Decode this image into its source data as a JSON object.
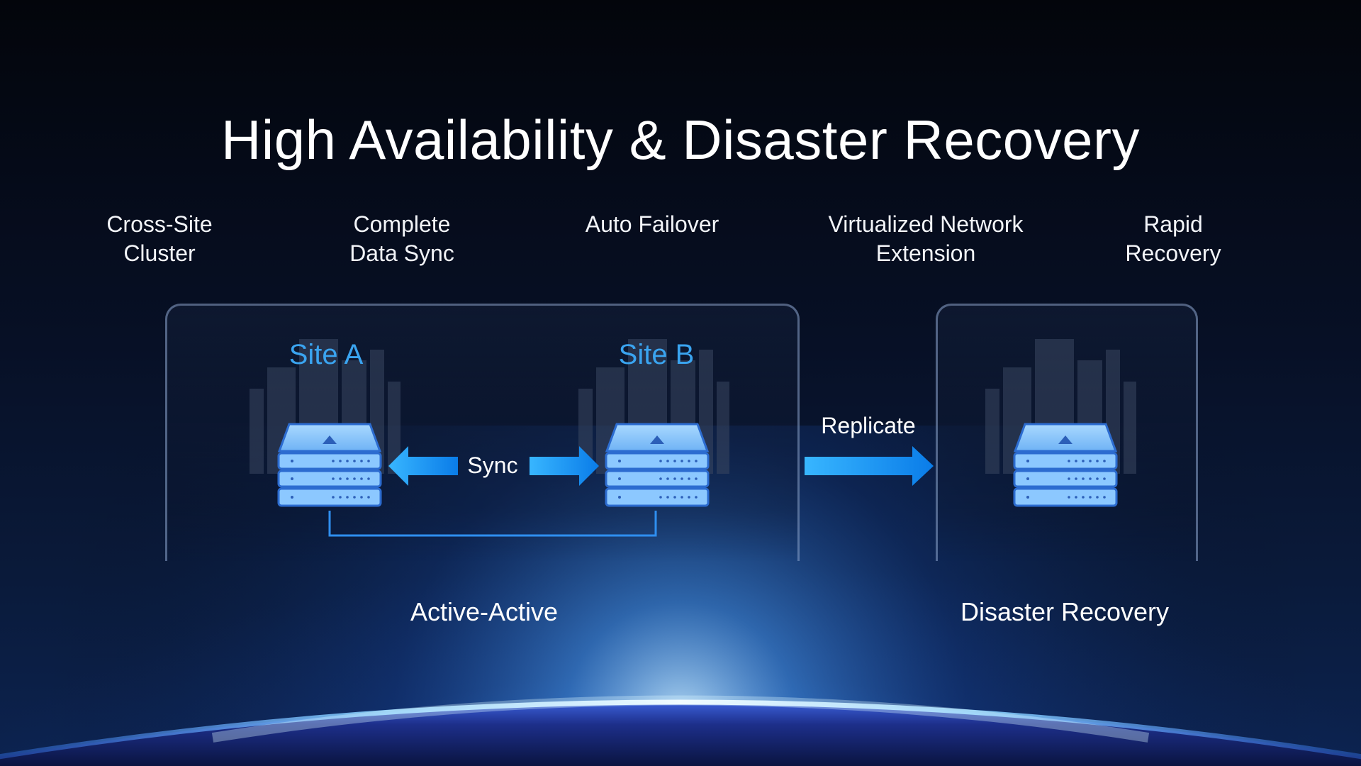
{
  "title": "High Availability & Disaster Recovery",
  "features": [
    {
      "label": "Cross-Site\nCluster"
    },
    {
      "label": "Complete\nData Sync"
    },
    {
      "label": "Auto Failover"
    },
    {
      "label": "Virtualized Network\nExtension"
    },
    {
      "label": "Rapid\nRecovery"
    }
  ],
  "sites": {
    "site_a": "Site A",
    "site_b": "Site B"
  },
  "connectors": {
    "sync": "Sync",
    "replicate": "Replicate"
  },
  "groups": {
    "active_active": "Active-Active",
    "disaster_recovery": "Disaster Recovery"
  },
  "colors": {
    "accent_blue": "#3aa4f0",
    "arrow_blue": "#1e8ff5",
    "server_light": "#8cc8ff",
    "server_dark": "#2f6fd0"
  },
  "icons": [
    "server-icon",
    "building-icon",
    "arrow-icon"
  ]
}
